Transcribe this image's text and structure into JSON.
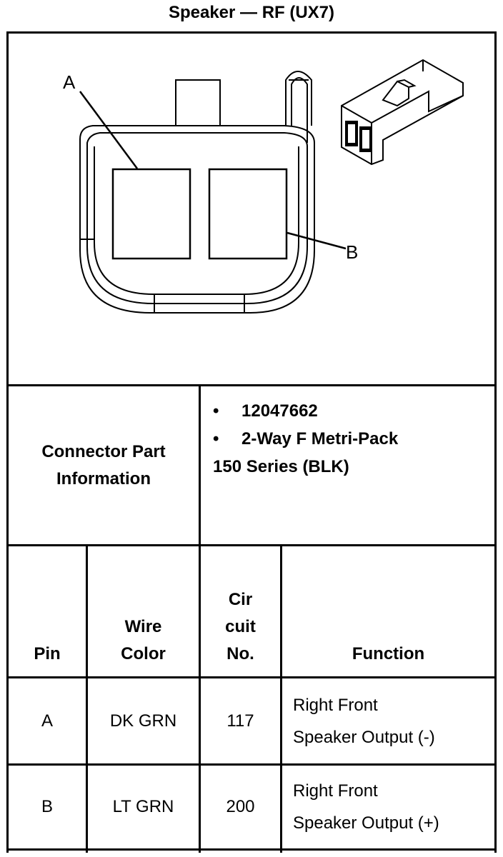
{
  "title": "Speaker — RF (UX7)",
  "diagram": {
    "label_a": "A",
    "label_b": "B"
  },
  "connector_info": {
    "label_line1": "Connector Part",
    "label_line2": "Information",
    "bullet": "•",
    "part_number": "12047662",
    "part_desc": "2-Way F Metri-Pack",
    "part_desc_cont": "150 Series (BLK)"
  },
  "table": {
    "headers": {
      "pin": "Pin",
      "wire_color_1": "Wire",
      "wire_color_2": "Color",
      "circuit_1": "Cir",
      "circuit_2": "cuit",
      "circuit_3": "No.",
      "function": "Function"
    },
    "rows": [
      {
        "pin": "A",
        "wire_color": "DK GRN",
        "circuit": "117",
        "function_1": "Right Front",
        "function_2": "Speaker Output (-)"
      },
      {
        "pin": "B",
        "wire_color": "LT GRN",
        "circuit": "200",
        "function_1": "Right Front",
        "function_2": "Speaker Output (+)"
      }
    ]
  }
}
